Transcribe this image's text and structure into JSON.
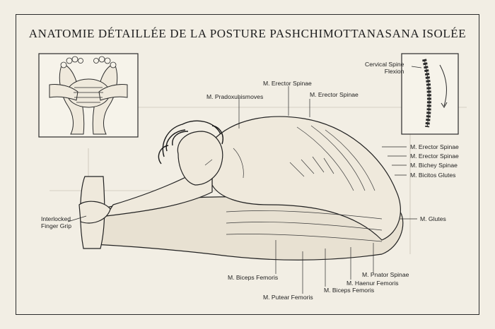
{
  "title": "ANATOMIE DÉTAILLÉE DE LA POSTURE PASHCHIMOTTANASANA ISOLÉE",
  "inset_right_label": [
    "Cervical Spine",
    "Flexion"
  ],
  "left_label": [
    "Interlocked",
    "Finger Grip"
  ],
  "top_labels": [
    "M. Pradoxuhismoves",
    "M. Erector Spinae",
    "M. Erector Spinae"
  ],
  "right_labels": [
    "M. Erector Spinae",
    "M. Erector Spinae",
    "M. Bichey Spinae",
    "M. Bicitos Glutes",
    "M. Glutes"
  ],
  "bottom_labels": [
    "M. Biceps Femoris",
    "M. Putear Femoris",
    "M. Biceps Femoris",
    "M. Haenur Femoris",
    "M. Pnator Spinae"
  ],
  "colors": {
    "ink": "#1f1f1f",
    "paper": "#f2eee4",
    "shade": "#d9d3c6"
  }
}
